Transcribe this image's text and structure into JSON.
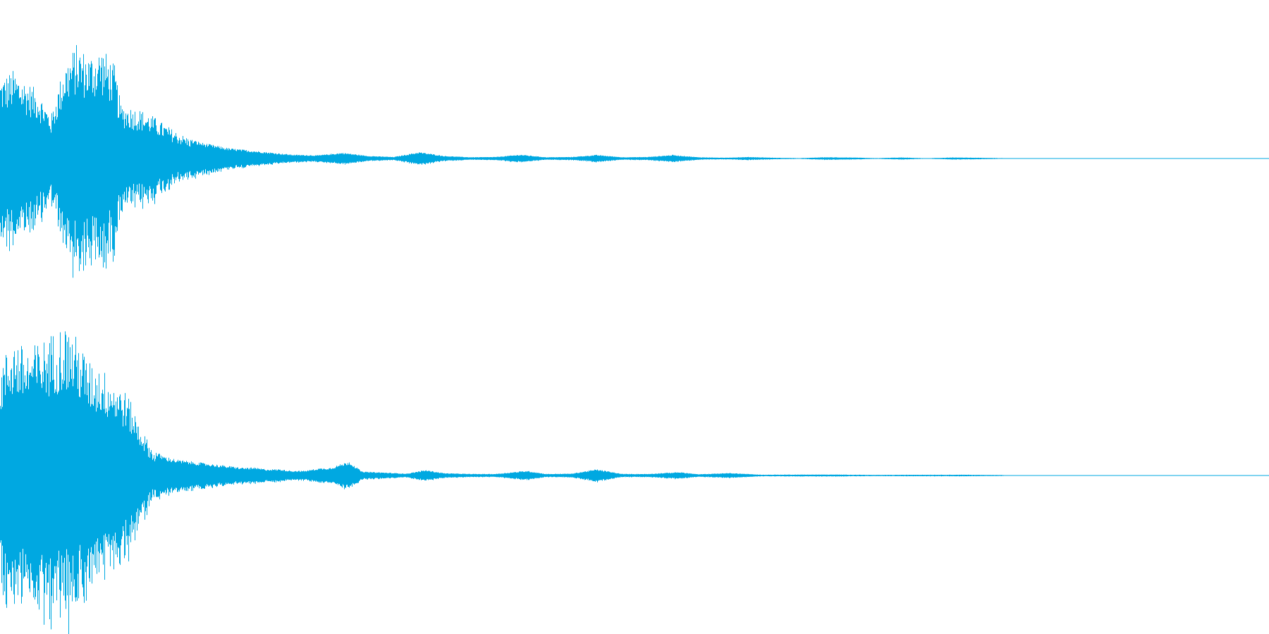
{
  "waveform": {
    "color": "#00a8e1",
    "background": "#ffffff",
    "channels": [
      {
        "name": "",
        "envelope": [
          [
            0.0,
            0.62
          ],
          [
            0.01,
            0.68
          ],
          [
            0.02,
            0.6
          ],
          [
            0.03,
            0.52
          ],
          [
            0.04,
            0.33
          ],
          [
            0.05,
            0.72
          ],
          [
            0.06,
            0.88
          ],
          [
            0.07,
            0.8
          ],
          [
            0.08,
            0.86
          ],
          [
            0.09,
            0.72
          ],
          [
            0.095,
            0.42
          ],
          [
            0.11,
            0.38
          ],
          [
            0.12,
            0.33
          ],
          [
            0.13,
            0.26
          ],
          [
            0.14,
            0.2
          ],
          [
            0.15,
            0.15
          ],
          [
            0.16,
            0.12
          ],
          [
            0.17,
            0.1
          ],
          [
            0.18,
            0.08
          ],
          [
            0.19,
            0.07
          ],
          [
            0.2,
            0.06
          ],
          [
            0.21,
            0.05
          ],
          [
            0.22,
            0.04
          ],
          [
            0.23,
            0.03
          ],
          [
            0.25,
            0.025
          ],
          [
            0.27,
            0.045
          ],
          [
            0.29,
            0.02
          ],
          [
            0.31,
            0.012
          ],
          [
            0.33,
            0.05
          ],
          [
            0.35,
            0.02
          ],
          [
            0.37,
            0.01
          ],
          [
            0.39,
            0.012
          ],
          [
            0.41,
            0.03
          ],
          [
            0.43,
            0.01
          ],
          [
            0.45,
            0.012
          ],
          [
            0.47,
            0.028
          ],
          [
            0.49,
            0.01
          ],
          [
            0.51,
            0.012
          ],
          [
            0.53,
            0.028
          ],
          [
            0.55,
            0.01
          ],
          [
            0.57,
            0.006
          ],
          [
            0.59,
            0.012
          ],
          [
            0.61,
            0.006
          ],
          [
            0.63,
            0.003
          ],
          [
            0.65,
            0.01
          ],
          [
            0.67,
            0.008
          ],
          [
            0.69,
            0.003
          ],
          [
            0.71,
            0.008
          ],
          [
            0.73,
            0.002
          ],
          [
            0.75,
            0.008
          ],
          [
            0.77,
            0.006
          ],
          [
            0.79,
            0.003
          ],
          [
            0.8,
            0.0
          ],
          [
            1.0,
            0.0
          ]
        ]
      },
      {
        "name": "",
        "envelope": [
          [
            0.0,
            0.7
          ],
          [
            0.01,
            0.88
          ],
          [
            0.02,
            0.8
          ],
          [
            0.03,
            0.84
          ],
          [
            0.04,
            0.9
          ],
          [
            0.05,
            0.96
          ],
          [
            0.06,
            0.88
          ],
          [
            0.07,
            0.72
          ],
          [
            0.08,
            0.68
          ],
          [
            0.09,
            0.6
          ],
          [
            0.1,
            0.52
          ],
          [
            0.11,
            0.32
          ],
          [
            0.12,
            0.16
          ],
          [
            0.13,
            0.12
          ],
          [
            0.14,
            0.1
          ],
          [
            0.15,
            0.09
          ],
          [
            0.16,
            0.08
          ],
          [
            0.17,
            0.07
          ],
          [
            0.18,
            0.06
          ],
          [
            0.19,
            0.05
          ],
          [
            0.2,
            0.05
          ],
          [
            0.21,
            0.04
          ],
          [
            0.22,
            0.04
          ],
          [
            0.23,
            0.03
          ],
          [
            0.24,
            0.03
          ],
          [
            0.25,
            0.045
          ],
          [
            0.26,
            0.05
          ],
          [
            0.275,
            0.09
          ],
          [
            0.285,
            0.025
          ],
          [
            0.3,
            0.02
          ],
          [
            0.32,
            0.012
          ],
          [
            0.335,
            0.035
          ],
          [
            0.35,
            0.015
          ],
          [
            0.37,
            0.01
          ],
          [
            0.39,
            0.01
          ],
          [
            0.415,
            0.03
          ],
          [
            0.43,
            0.01
          ],
          [
            0.45,
            0.012
          ],
          [
            0.47,
            0.04
          ],
          [
            0.49,
            0.01
          ],
          [
            0.51,
            0.01
          ],
          [
            0.535,
            0.022
          ],
          [
            0.55,
            0.008
          ],
          [
            0.575,
            0.016
          ],
          [
            0.6,
            0.005
          ],
          [
            0.63,
            0.006
          ],
          [
            0.66,
            0.006
          ],
          [
            0.69,
            0.004
          ],
          [
            0.72,
            0.005
          ],
          [
            0.76,
            0.005
          ],
          [
            0.79,
            0.003
          ],
          [
            0.8,
            0.0
          ],
          [
            1.0,
            0.0
          ]
        ]
      }
    ]
  }
}
